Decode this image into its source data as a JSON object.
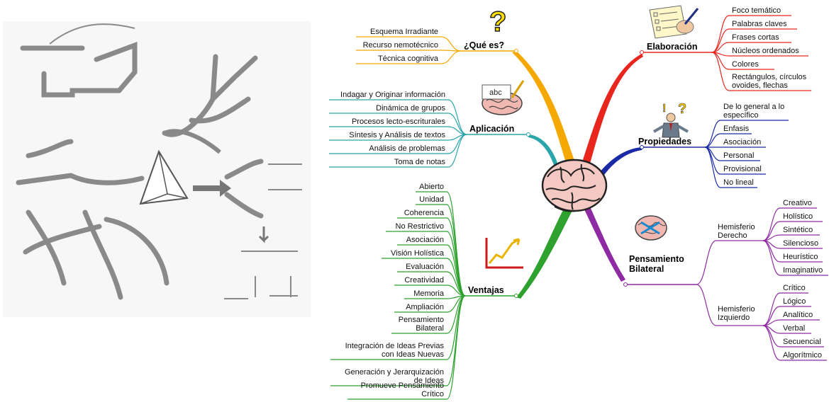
{
  "center": {
    "icon": "brain-icon"
  },
  "branches": {
    "que_es": {
      "title": "¿Qué es?",
      "color": "#f5a800",
      "icon": "question-mark-icon",
      "items": [
        "Esquema Irradiante",
        "Recurso nemotécnico",
        "Técnica cognitiva"
      ]
    },
    "aplicacion": {
      "title": "Aplicación",
      "color": "#2aa5a9",
      "icon": "brain-writing-icon",
      "icon_text": "abc",
      "items": [
        "Indagar y Originar información",
        "Dinámica de grupos",
        "Procesos lecto-escriturales",
        "Síntesis y Análisis de textos",
        "Análisis de problemas",
        "Toma de notas"
      ]
    },
    "ventajas": {
      "title": "Ventajas",
      "color": "#2ea12e",
      "icon": "growth-chart-icon",
      "items": [
        [
          "Abierto"
        ],
        [
          "Unidad"
        ],
        [
          "Coherencia"
        ],
        [
          "No Restrictivo"
        ],
        [
          "Asociación"
        ],
        [
          "Visión Holística"
        ],
        [
          "Evaluación"
        ],
        [
          "Creatividad"
        ],
        [
          "Memoria"
        ],
        [
          "Ampliación"
        ],
        [
          "Pensamiento",
          "Bilateral"
        ],
        [
          "Integración de Ideas Previas",
          "con Ideas Nuevas"
        ],
        [
          "Generación y Jerarquización",
          "de Ideas"
        ],
        [
          "Promueve Pensamiento",
          "Crítico"
        ]
      ]
    },
    "elaboracion": {
      "title": "Elaboración",
      "color": "#e8261d",
      "icon": "checklist-writing-icon",
      "items": [
        [
          "Foco temático"
        ],
        [
          "Palabras claves"
        ],
        [
          "Frases cortas"
        ],
        [
          "Núcleos ordenados"
        ],
        [
          "Colores"
        ],
        [
          "Rectángulos, círculos",
          "ovoides, flechas"
        ]
      ]
    },
    "propiedades": {
      "title": "Propiedades",
      "color": "#1a2aa6",
      "icon": "confused-person-icon",
      "items": [
        [
          "De lo general a lo",
          "específico"
        ],
        [
          "Enfasis"
        ],
        [
          "Asociación"
        ],
        [
          "Personal"
        ],
        [
          "Provisional"
        ],
        [
          "No lineal"
        ]
      ]
    },
    "pensamiento": {
      "title": [
        "Pensamiento",
        "Bilateral"
      ],
      "color": "#8e2aa3",
      "icon": "brain-arrows-icon",
      "sub": [
        {
          "label": [
            "Hemisferio",
            "Derecho"
          ],
          "items": [
            "Creativo",
            "Holístico",
            "Sintético",
            "Silencioso",
            "Heurístico",
            "Imaginativo"
          ]
        },
        {
          "label": [
            "Hemisferio",
            "Izquierdo"
          ],
          "items": [
            "Crítico",
            "Lógico",
            "Analítico",
            "Verbal",
            "Secuencial",
            "Algorítmico"
          ]
        }
      ]
    }
  }
}
